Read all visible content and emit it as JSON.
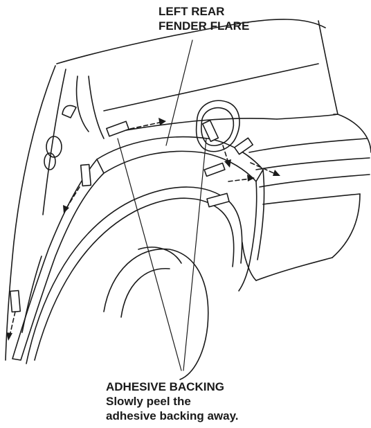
{
  "callouts": {
    "fender_flare": {
      "line1": "LEFT REAR",
      "line2": "FENDER FLARE"
    },
    "adhesive_backing": {
      "line1": "ADHESIVE BACKING",
      "line2": "Slowly peel the",
      "line3": "adhesive backing away."
    }
  },
  "colors": {
    "ink": "#1a1a1a",
    "background": "#ffffff"
  }
}
